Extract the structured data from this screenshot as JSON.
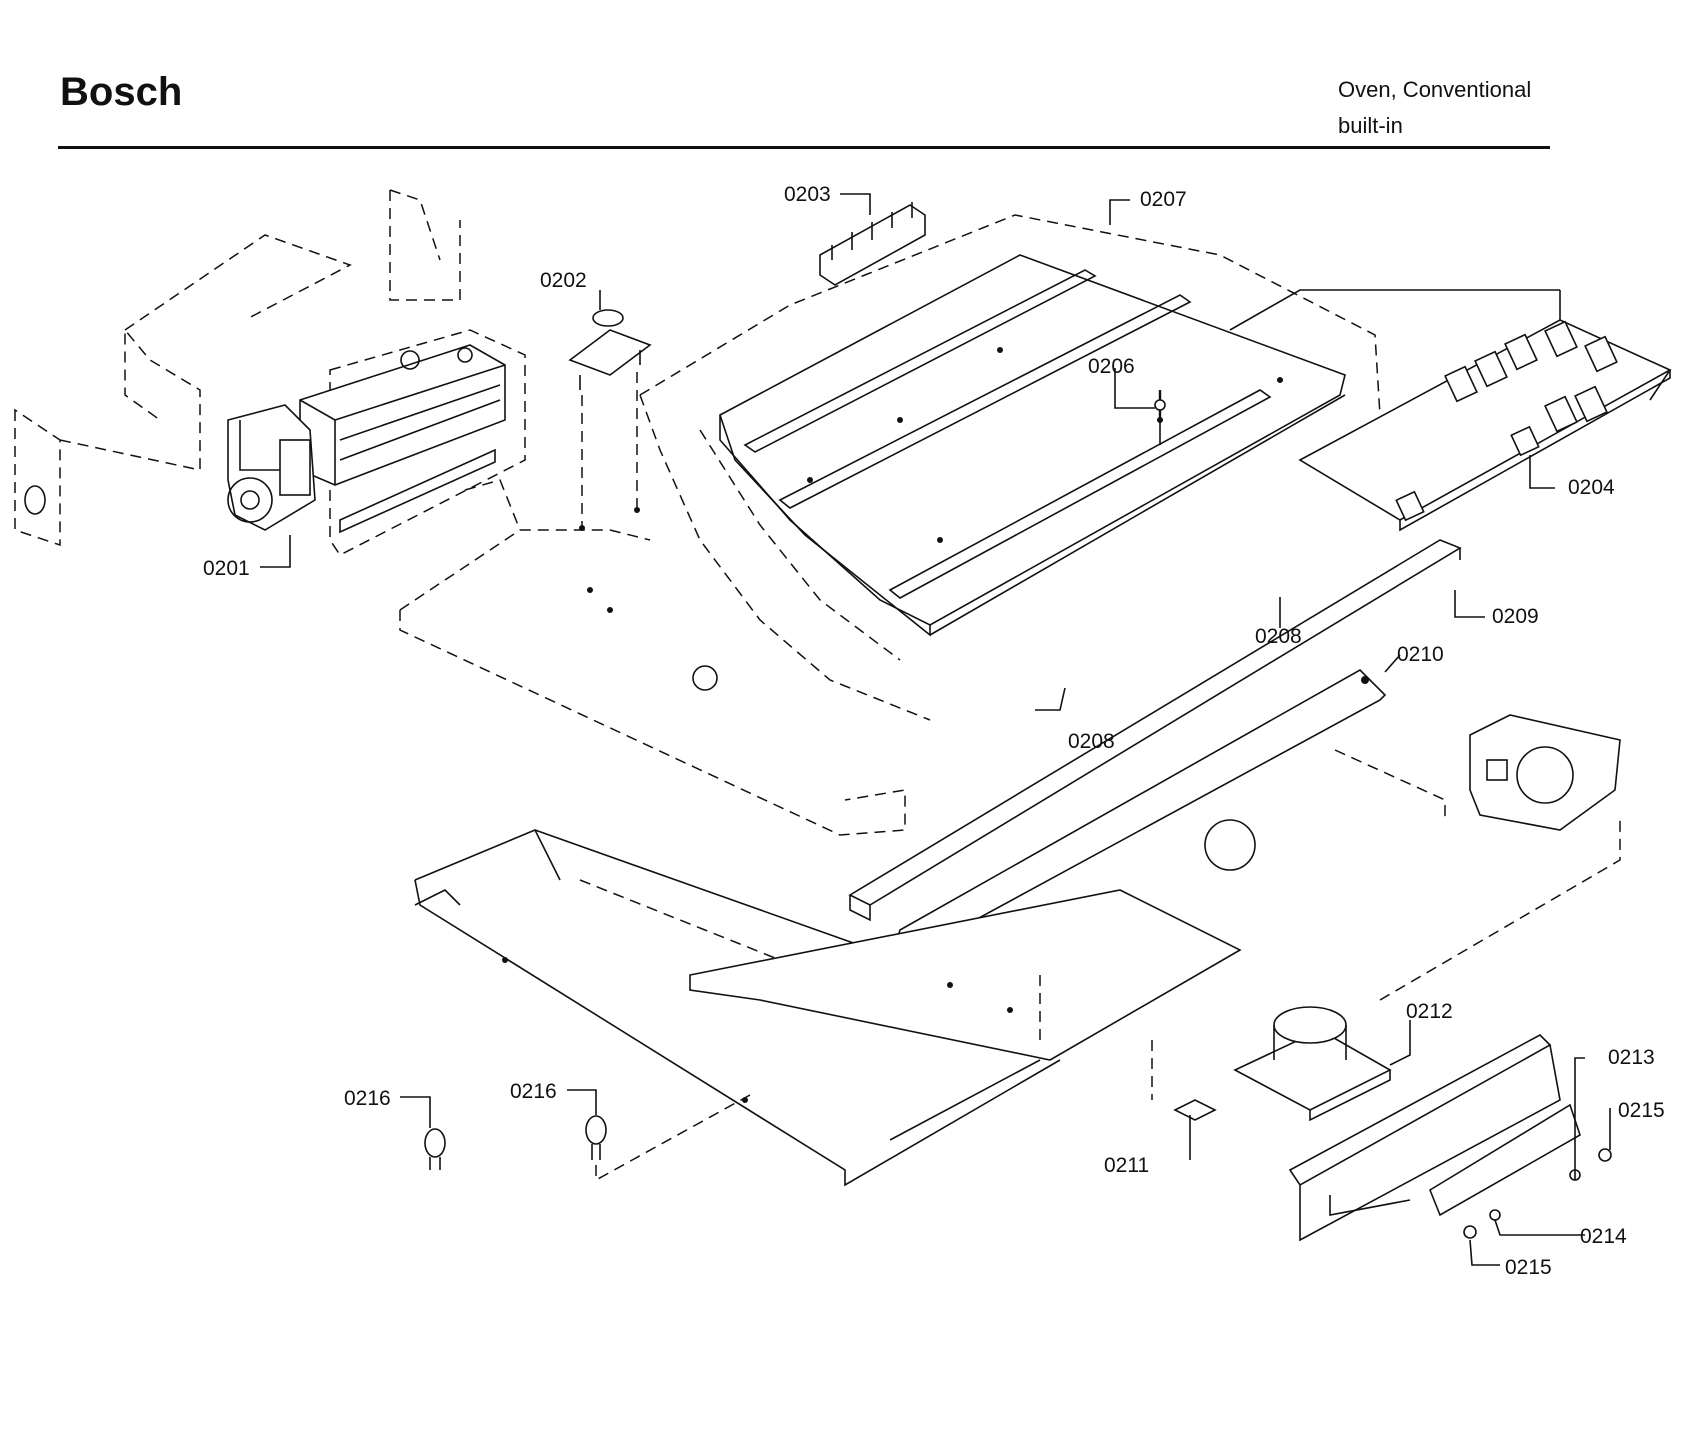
{
  "header": {
    "brand": "Bosch",
    "product_line1": "Oven, Conventional",
    "product_line2": "built-in"
  },
  "parts": [
    {
      "id": "p0201",
      "label": "0201"
    },
    {
      "id": "p0202",
      "label": "0202"
    },
    {
      "id": "p0203",
      "label": "0203"
    },
    {
      "id": "p0204",
      "label": "0204"
    },
    {
      "id": "p0206",
      "label": "0206"
    },
    {
      "id": "p0207",
      "label": "0207"
    },
    {
      "id": "p0208a",
      "label": "0208"
    },
    {
      "id": "p0208b",
      "label": "0208"
    },
    {
      "id": "p0209",
      "label": "0209"
    },
    {
      "id": "p0210",
      "label": "0210"
    },
    {
      "id": "p0211",
      "label": "0211"
    },
    {
      "id": "p0212",
      "label": "0212"
    },
    {
      "id": "p0213",
      "label": "0213"
    },
    {
      "id": "p0214",
      "label": "0214"
    },
    {
      "id": "p0215a",
      "label": "0215"
    },
    {
      "id": "p0215b",
      "label": "0215"
    },
    {
      "id": "p0216a",
      "label": "0216"
    },
    {
      "id": "p0216b",
      "label": "0216"
    }
  ]
}
